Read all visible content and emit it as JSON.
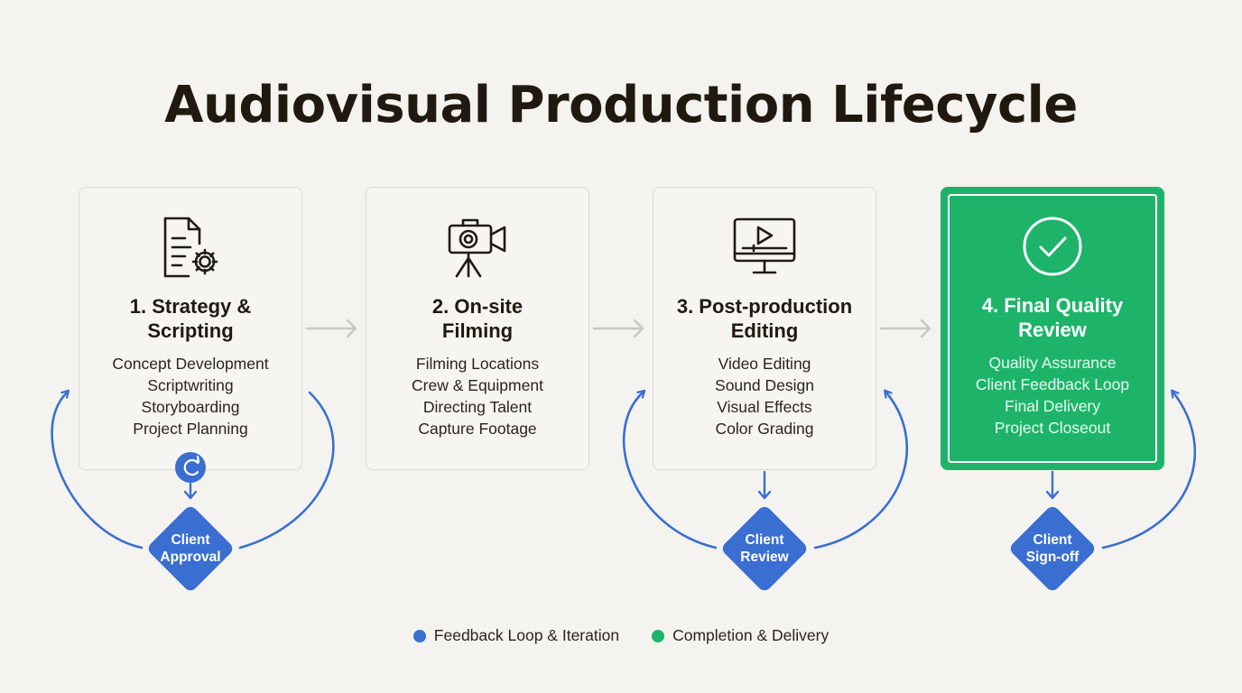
{
  "title": "Audiovisual Production Lifecycle",
  "colors": {
    "background": "#f4f3ef",
    "feedback_blue": "#3a6fd1",
    "completion_green": "#1db46a",
    "arrow_gray": "#c9c7c2"
  },
  "stages": [
    {
      "title": "1. Strategy &\nScripting",
      "icon": "document-gear-icon",
      "items": [
        "Concept Development",
        "Scriptwriting",
        "Storyboarding",
        "Project Planning"
      ]
    },
    {
      "title": "2. On-site\nFilming",
      "icon": "video-camera-tripod-icon",
      "items": [
        "Filming Locations",
        "Crew & Equipment",
        "Directing Talent",
        "Capture Footage"
      ]
    },
    {
      "title": "3. Post-production\nEditing",
      "icon": "monitor-play-icon",
      "items": [
        "Video Editing",
        "Sound Design",
        "Visual Effects",
        "Color Grading"
      ]
    },
    {
      "title": "4. Final Quality\nReview",
      "icon": "checkmark-circle-icon",
      "items": [
        "Quality Assurance",
        "Client Feedback Loop",
        "Final Delivery",
        "Project Closeout"
      ]
    }
  ],
  "checkpoints": [
    {
      "label": "Client\nApproval",
      "icon": "refresh-icon"
    },
    {
      "label": "Client\nReview"
    },
    {
      "label": "Client\nSign-off"
    }
  ],
  "legend": [
    {
      "label": "Feedback Loop & Iteration",
      "color": "#3a6fd1"
    },
    {
      "label": "Completion & Delivery",
      "color": "#1db46a"
    }
  ]
}
